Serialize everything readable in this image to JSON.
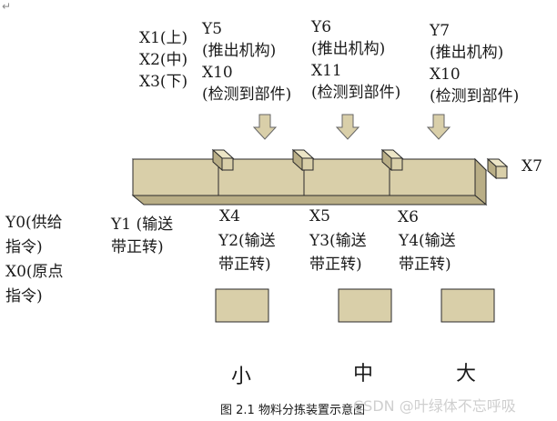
{
  "return_mark": "↵",
  "input_x123": [
    "X1(上)",
    "X2(中)",
    "X3(下)"
  ],
  "station1": {
    "output": "Y5",
    "output_desc": "(推出机构)",
    "sensor": "X10",
    "sensor_desc": "(检测到部件)"
  },
  "station2": {
    "output": "Y6",
    "output_desc": "(推出机构)",
    "sensor": "X11",
    "sensor_desc": "(检测到部件)"
  },
  "station3": {
    "output": "Y7",
    "output_desc": "(推出机构)",
    "sensor": "X10",
    "sensor_desc": "(检测到部件)"
  },
  "end_sensor": "X7",
  "y0": [
    "Y0(供给",
    "指令)"
  ],
  "x0": [
    "X0(原点",
    "指令)"
  ],
  "y1": [
    "Y1 (输送",
    "带正转)"
  ],
  "pos_sensors": [
    "X4",
    "X5",
    "X6"
  ],
  "conveyor_outputs": [
    [
      "Y2(输送",
      "带正转)"
    ],
    [
      "Y3(输送",
      "带正转)"
    ],
    [
      "Y4(输送",
      "带正转)"
    ]
  ],
  "bin_labels": [
    "小",
    "中",
    "大"
  ],
  "caption": "图 2.1 物料分拣装置示意图",
  "watermark": "CSDN @叶绿体不忘呼吸",
  "colors": {
    "block_face": "#d9cfa9",
    "block_top": "#ece5c6",
    "block_side": "#b9ae86",
    "stroke": "#2a2a2a"
  }
}
